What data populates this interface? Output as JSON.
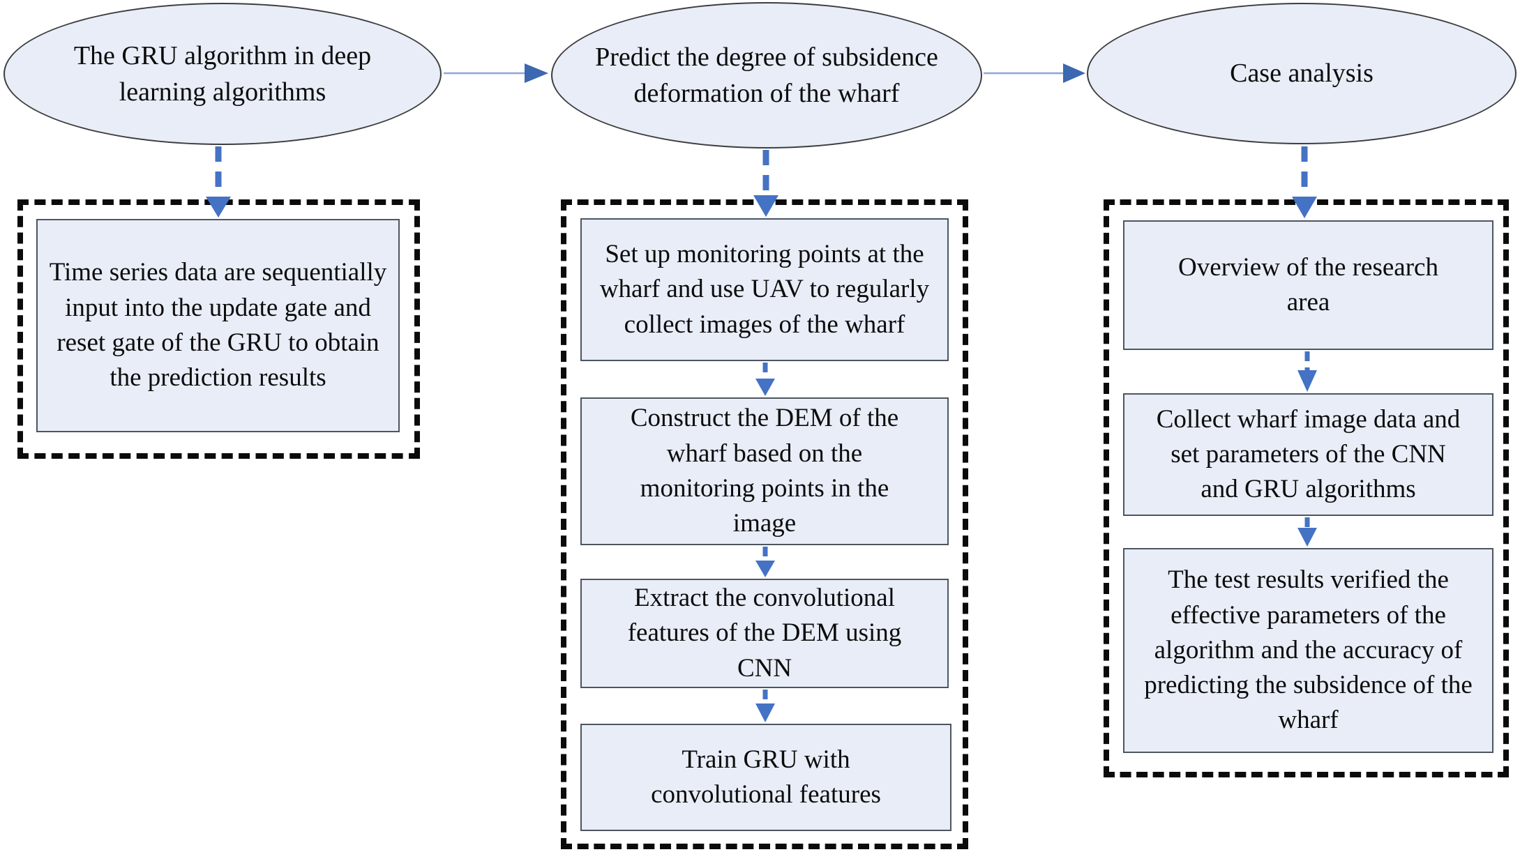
{
  "flow": {
    "stages": [
      {
        "ellipse": "The GRU algorithm in deep learning algorithms",
        "steps": [
          "Time series data are sequentially input into the update gate and reset gate of the GRU to obtain the prediction results"
        ]
      },
      {
        "ellipse": "Predict the degree of subsidence deformation of the wharf",
        "steps": [
          "Set up monitoring points at the wharf and use UAV to regularly collect images of the wharf",
          "Construct the DEM of the wharf based on the monitoring points in the image",
          "Extract the convolutional features of the DEM using CNN",
          "Train GRU with convolutional features"
        ]
      },
      {
        "ellipse": "Case analysis",
        "steps": [
          "Overview of the research area",
          "Collect wharf image data and set parameters of the CNN and GRU algorithms",
          "The test results verified the effective parameters of the algorithm and the accuracy of predicting the subsidence of the wharf"
        ]
      }
    ]
  },
  "colors": {
    "shape_fill": "#e8edf7",
    "shape_border": "#3d3d3d",
    "box_border": "#4d5560",
    "arrow_blue": "#4472c4",
    "connector_light_blue": "#8ca6d9",
    "dashed_container_border": "#0b0b0b",
    "text": "#0c0c0c",
    "background": "#ffffff"
  }
}
